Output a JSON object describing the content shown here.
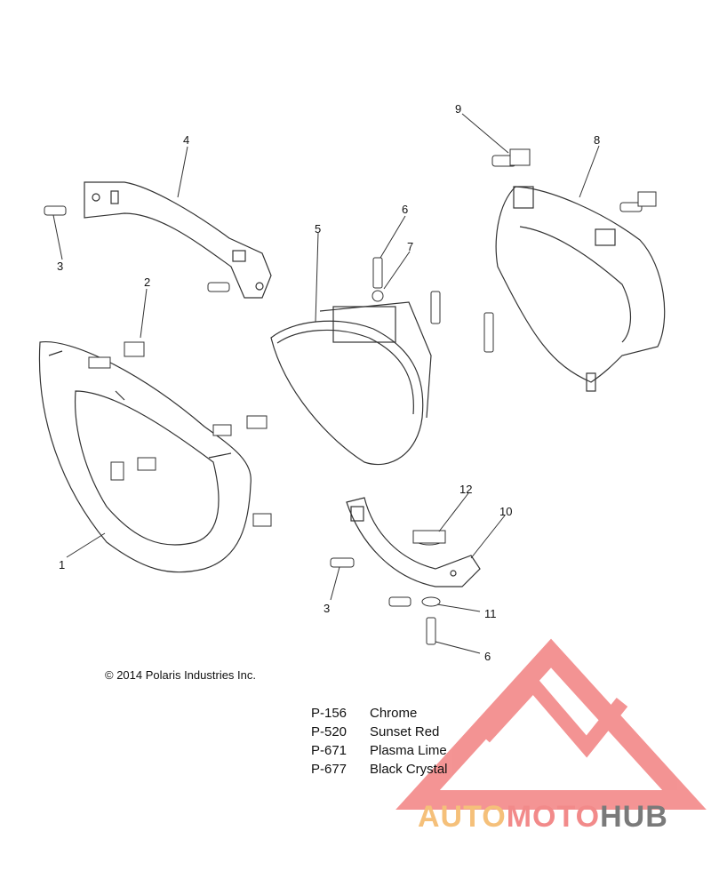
{
  "diagram": {
    "copyright": "© 2014 Polaris Industries Inc.",
    "callouts": {
      "c1": "1",
      "c2": "2",
      "c3a": "3",
      "c3b": "3",
      "c4": "4",
      "c5": "5",
      "c6a": "6",
      "c6b": "6",
      "c7": "7",
      "c8": "8",
      "c9": "9",
      "c10": "10",
      "c11": "11",
      "c12": "12"
    },
    "legend": [
      {
        "code": "P-156",
        "color": "Chrome"
      },
      {
        "code": "P-520",
        "color": "Sunset Red"
      },
      {
        "code": "P-671",
        "color": "Plasma Lime"
      },
      {
        "code": "P-677",
        "color": "Black Crystal"
      }
    ]
  },
  "watermark": {
    "part1": "AUTO",
    "part2": "MOTO",
    "part3": "HUB",
    "colors": {
      "auto": "#f5c07a",
      "moto": "#f28a8a",
      "hub": "#7a7a7a",
      "logo": "#f07070"
    }
  }
}
